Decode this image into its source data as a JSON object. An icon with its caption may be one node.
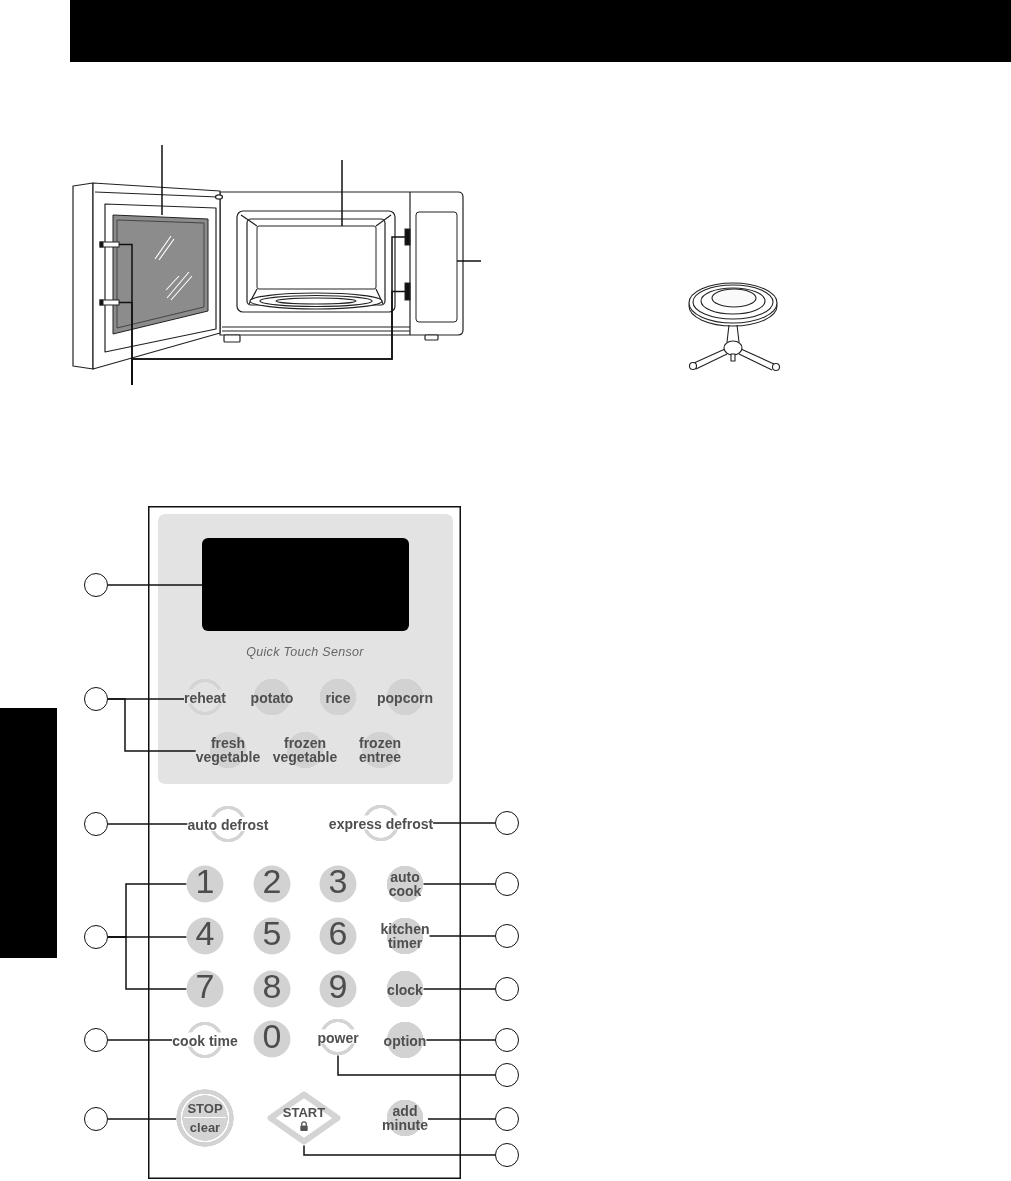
{
  "diagram": {
    "nodes": [
      {
        "text": [],
        "shape": "box"
      },
      {
        "text": [],
        "shape": "box"
      },
      {
        "text": [],
        "shape": "box"
      },
      {
        "text": [],
        "shape": "box"
      },
      {
        "text": [],
        "shape": "box"
      },
      {
        "text": [],
        "shape": "box"
      },
      {
        "text": [],
        "shape": "box"
      },
      {
        "text": [],
        "shape": "box"
      },
      {
        "text": [
          "Quick Touch Sensor"
        ],
        "in": 7
      },
      {
        "text": [],
        "shape": "box",
        "in": 8
      },
      {
        "text": [
          "reheat"
        ],
        "in": 8
      },
      {
        "text": [
          "potato"
        ],
        "in": 8
      },
      {
        "text": [
          "rice"
        ],
        "in": 8
      },
      {
        "text": [
          "popcorn"
        ],
        "in": 8
      },
      {
        "text": [
          "fresh vegetable"
        ],
        "in": 8
      },
      {
        "text": [
          "frozen vegetable"
        ],
        "in": 8
      },
      {
        "text": [
          "frozen entree"
        ],
        "in": 8
      },
      {
        "text": [
          "auto defrost"
        ],
        "in": 7
      },
      {
        "text": [
          "express defrost"
        ],
        "in": 7
      },
      {
        "text": [
          "1"
        ],
        "in": 7
      },
      {
        "text": [
          "2"
        ],
        "in": 7
      },
      {
        "text": [
          "3"
        ],
        "in": 7
      },
      {
        "text": [
          "auto cook"
        ],
        "in": 7
      },
      {
        "text": [
          "4"
        ],
        "in": 7
      },
      {
        "text": [
          "5"
        ],
        "in": 7
      },
      {
        "text": [
          "6"
        ],
        "in": 7
      },
      {
        "text": [
          "kitchen timer"
        ],
        "in": 7
      },
      {
        "text": [
          "7"
        ],
        "in": 7
      },
      {
        "text": [
          "8"
        ],
        "in": 7
      },
      {
        "text": [
          "9"
        ],
        "in": 7
      },
      {
        "text": [
          "clock"
        ],
        "in": 7
      },
      {
        "text": [
          "cook time"
        ],
        "in": 7
      },
      {
        "text": [
          "0"
        ],
        "in": 7
      },
      {
        "text": [
          "power"
        ],
        "in": 7
      },
      {
        "text": [
          "option"
        ],
        "in": 7
      },
      {
        "text": [
          "STOP",
          "clear"
        ],
        "in": 7
      },
      {
        "text": [
          "START"
        ],
        "in": 7
      },
      {
        "text": [
          "add minute"
        ],
        "in": 7
      },
      {
        "text": [],
        "shape": "circle"
      },
      {
        "text": [],
        "shape": "circle"
      },
      {
        "text": [],
        "shape": "circle"
      },
      {
        "text": [],
        "shape": "circle"
      },
      {
        "text": [],
        "shape": "circle"
      },
      {
        "text": [],
        "shape": "circle"
      },
      {
        "text": [],
        "shape": "circle"
      },
      {
        "text": [],
        "shape": "circle"
      },
      {
        "text": [],
        "shape": "circle"
      },
      {
        "text": [],
        "shape": "circle"
      },
      {
        "text": [],
        "shape": "circle"
      },
      {
        "text": [],
        "shape": "circle"
      },
      {
        "text": [],
        "shape": "circle"
      },
      {
        "text": [],
        "shape": "circle"
      },
      {
        "text": [],
        "shape": "box"
      }
    ],
    "edges": [
      {
        "from": null,
        "to": 0,
        "arrow": "none"
      },
      {
        "from": null,
        "to": 3,
        "arrow": "none"
      },
      {
        "from": null,
        "to": 6,
        "arrow": "none"
      },
      {
        "from": null,
        "to": 1,
        "arrow": "none"
      },
      {
        "from": null,
        "to": 2,
        "arrow": "none"
      },
      {
        "from": null,
        "to": 4,
        "arrow": "none"
      },
      {
        "from": null,
        "to": 5,
        "arrow": "none"
      },
      {
        "from": 38,
        "to": 9,
        "arrow": "none"
      },
      {
        "from": 39,
        "to": 10,
        "arrow": "none"
      },
      {
        "from": 39,
        "to": 14,
        "arrow": "none"
      },
      {
        "from": 40,
        "to": 17,
        "arrow": "none"
      },
      {
        "from": 41,
        "to": 19,
        "arrow": "none"
      },
      {
        "from": 41,
        "to": 23,
        "arrow": "none"
      },
      {
        "from": 41,
        "to": 27,
        "arrow": "none"
      },
      {
        "from": 42,
        "to": 31,
        "arrow": "none"
      },
      {
        "from": 43,
        "to": 35,
        "arrow": "none"
      },
      {
        "from": 44,
        "to": 18,
        "arrow": "none"
      },
      {
        "from": 45,
        "to": 22,
        "arrow": "none"
      },
      {
        "from": 46,
        "to": 26,
        "arrow": "none"
      },
      {
        "from": 47,
        "to": 30,
        "arrow": "none"
      },
      {
        "from": 48,
        "to": 34,
        "arrow": "none"
      },
      {
        "from": 49,
        "to": 33,
        "arrow": "none"
      },
      {
        "from": 50,
        "to": 37,
        "arrow": "none"
      },
      {
        "from": 51,
        "to": 36,
        "arrow": "none"
      }
    ]
  }
}
